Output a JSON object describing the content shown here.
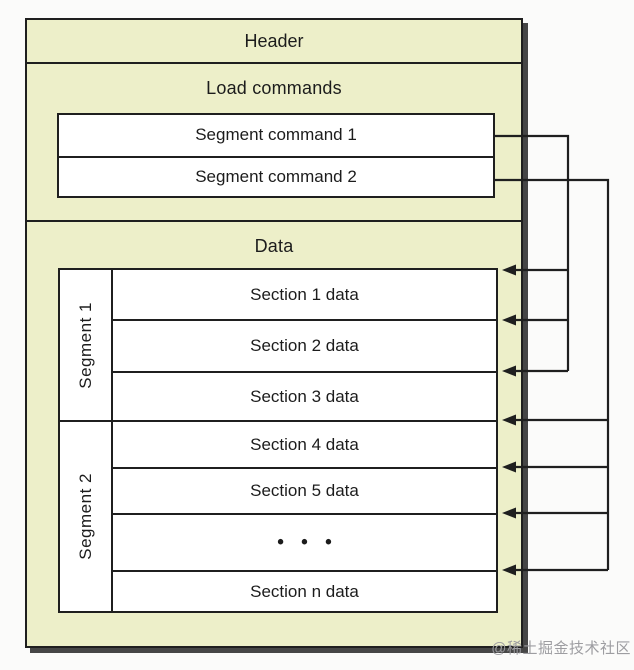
{
  "colors": {
    "box_fill": "#edefc9",
    "border": "#1f1f1f",
    "shadow": "#464646",
    "row_fill": "#ffffff",
    "watermark_gray": "#9d9da1",
    "background": "#fbfbfa"
  },
  "diagram": {
    "header_label": "Header",
    "load_commands": {
      "label": "Load commands",
      "commands": [
        {
          "label": "Segment command 1"
        },
        {
          "label": "Segment command 2"
        }
      ]
    },
    "data": {
      "label": "Data",
      "segments": [
        {
          "label": "Segment 1",
          "sections": [
            "Section 1 data",
            "Section 2 data",
            "Section 3 data"
          ]
        },
        {
          "label": "Segment 2",
          "sections": [
            "Section 4 data",
            "Section 5 data",
            "• • •",
            "Section n data"
          ]
        }
      ]
    },
    "connections": [
      {
        "from": "Segment command 1",
        "to": [
          "Section 1 data",
          "Section 2 data",
          "Section 3 data"
        ]
      },
      {
        "from": "Segment command 2",
        "to": [
          "Section 4 data",
          "Section 5 data",
          "• • •",
          "Section n data"
        ]
      }
    ]
  },
  "watermark": {
    "text": "@稀土掘金技术社区"
  }
}
